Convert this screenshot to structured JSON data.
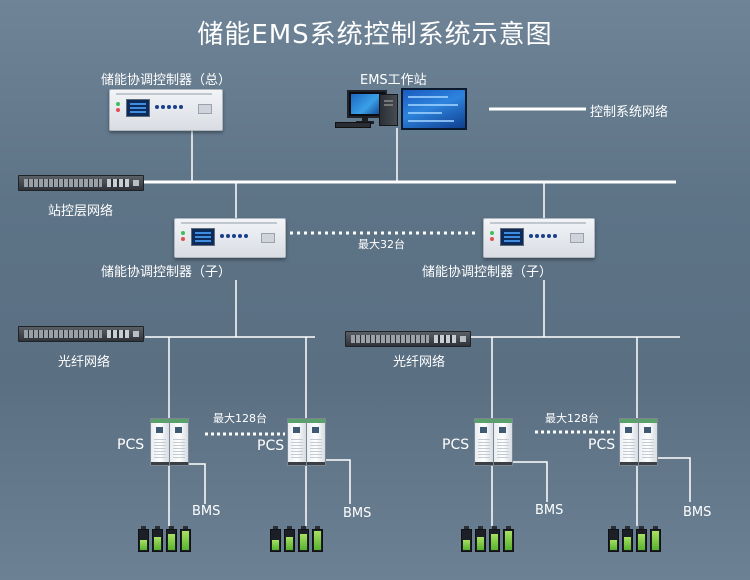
{
  "title": "储能EMS系统控制系统示意图",
  "labels": {
    "master_controller": "储能协调控制器（总）",
    "ems_workstation": "EMS工作站",
    "control_network": "控制系统网络",
    "station_network": "站控层网络",
    "max_32": "最大32台",
    "sub_controller_left": "储能协调控制器（子）",
    "sub_controller_right": "储能协调控制器（子）",
    "fiber_network_left": "光纤网络",
    "fiber_network_right": "光纤网络",
    "max_128_left": "最大128台",
    "max_128_right": "最大128台",
    "pcs": "PCS",
    "bms": "BMS"
  },
  "colors": {
    "line": "#ffffff",
    "battery_green": "#58b22e",
    "screen_blue": "#2d84dd"
  }
}
